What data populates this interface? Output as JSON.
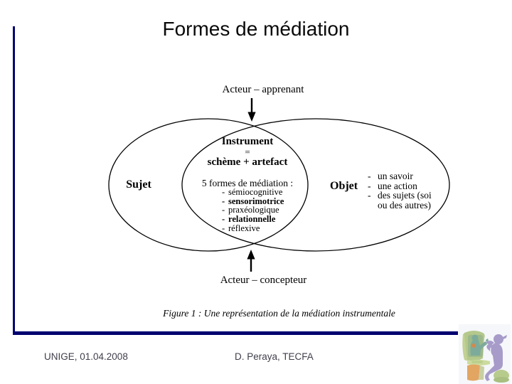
{
  "slide": {
    "title": "Formes de médiation",
    "footer": {
      "left": "UNIGE, 01.04.2008",
      "center": "D. Peraya, TECFA"
    }
  },
  "figure": {
    "top_actor": "Acteur – apprenant",
    "bottom_actor": "Acteur – concepteur",
    "subject_label": "Sujet",
    "object_label": "Objet",
    "instrument": {
      "title": "Instrument",
      "equals": "=",
      "formula": "schème + artefact"
    },
    "mediation": {
      "heading": "5 formes de médiation :",
      "items": [
        {
          "dash": "-",
          "label": "sémiocognitive"
        },
        {
          "dash": "-",
          "label": "sensorimotrice"
        },
        {
          "dash": "-",
          "label": "praxéologique"
        },
        {
          "dash": "-",
          "label": "relationnelle"
        },
        {
          "dash": "-",
          "label": "réflexive"
        }
      ]
    },
    "object_items": [
      {
        "dash": "-",
        "label": "un savoir"
      },
      {
        "dash": "-",
        "label": "une action"
      },
      {
        "dash": "-",
        "label": "des sujets (soi"
      },
      {
        "dash": "",
        "label": "ou des autres)"
      }
    ],
    "caption": "Figure 1 : Une représentation de la médiation instrumentale"
  },
  "colors": {
    "accent": "#000070",
    "title_text": "#0a0a0a",
    "footer_text": "#3f3f4b",
    "diagram_stroke": "#000000"
  },
  "icons": {
    "clipart": "computer-mediated-communication-clipart"
  }
}
